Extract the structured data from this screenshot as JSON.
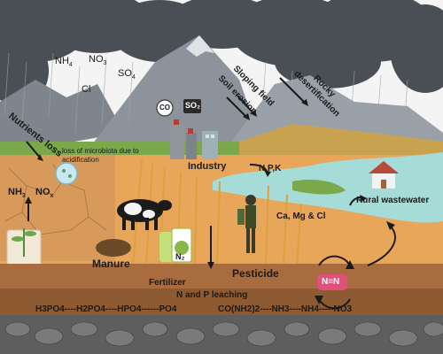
{
  "labels": {
    "nh4": "NH",
    "nh4_sub": "4",
    "no3": "NO",
    "no3_sub": "3",
    "so4": "SO",
    "so4_sub": "4",
    "cl": "Cl",
    "nutrients_loss": "Nutrients loss",
    "co": "CO",
    "so2": "SO₂",
    "soil_erosion": "Soil erosion",
    "sloping_field": "Sloping field",
    "rocky_desertification": "Rocky desertification",
    "microbiota": "loss of microbiota due to acidification",
    "industry": "Industry",
    "npk": "N,P,K",
    "nh3": "NH",
    "nh3_sub": "3",
    "nox": "NO",
    "nox_sub": "x",
    "rural_wastewater": "Rural wastewater",
    "ca_mg_cl": "Ca, Mg & Cl",
    "manure": "Manure",
    "n2": "N₂",
    "fertilizer": "Fertilizer",
    "pesticide": "Pesticide",
    "leaching": "N and P leaching",
    "n_n": "N≡N",
    "phosphate_chain": "H3PO4----H2PO4----HPO4------PO4",
    "nitrogen_chain": "CO(NH2)2----NH3----NH4-----NO3"
  },
  "colors": {
    "sky": "#f4f4f4",
    "cloud": "#4a4f56",
    "mountain": "#8a8f96",
    "soil": "#e8a65a",
    "river": "#a6dcd8",
    "grass": "#6a9a3a",
    "rock": "#4a4a4a"
  }
}
